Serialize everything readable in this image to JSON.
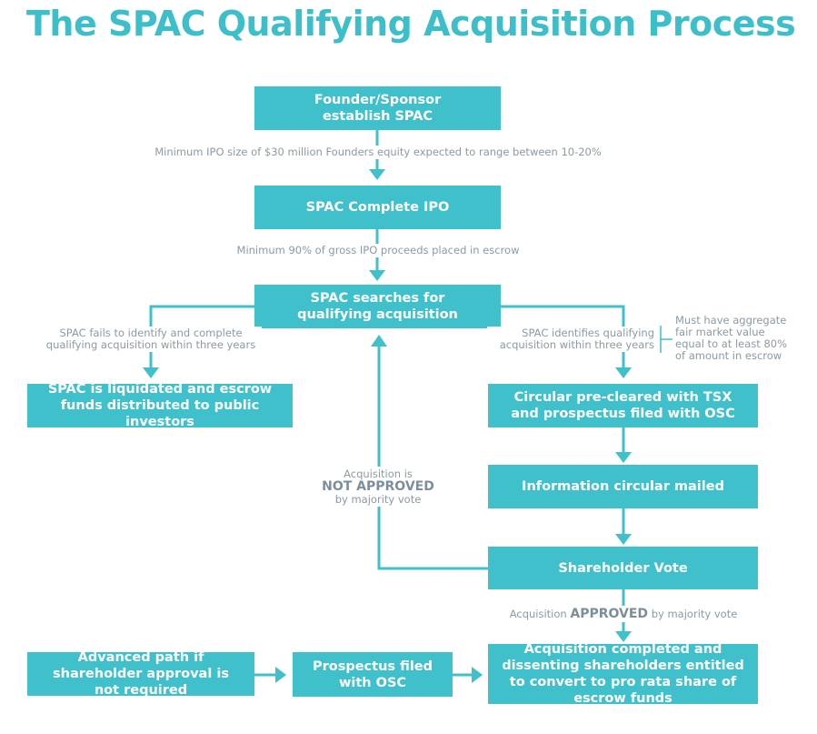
{
  "title": "The SPAC Qualifying Acquisition Process",
  "colors": {
    "accent": "#40c0cb",
    "label_text": "#8a9aa6"
  },
  "nodes": {
    "founder": "Founder/Sponsor establish SPAC",
    "ipo": "SPAC Complete IPO",
    "search": "SPAC searches for qualifying acquisition",
    "liquidated": "SPAC  is liquidated and escrow funds distributed to public investors",
    "circular_precleared": "Circular pre-cleared with TSX and prospectus filed with OSC",
    "info_circular": "Information circular mailed",
    "vote": "Shareholder Vote",
    "advanced_path": "Advanced path if shareholder approval is not required",
    "prospectus_filed": "Prospectus filed with OSC",
    "completed": "Acquisition completed and dissenting shareholders entitled to convert to pro rata share of escrow funds"
  },
  "edge_labels": {
    "founder_to_ipo": "Minimum IPO size of $30 million Founders equity expected to range between 10-20%",
    "ipo_to_search": "Minimum 90% of gross IPO proceeds placed in escrow",
    "fails_line1": "SPAC fails to identify and complete",
    "fails_line2": "qualifying acquisition within three years",
    "identifies_line1": "SPAC identifies qualifying",
    "identifies_line2": "acquisition within three years",
    "note_line1": "Must have aggregate",
    "note_line2": "fair market value",
    "note_line3": "equal to at least 80%",
    "note_line4": "of amount in escrow",
    "not_approved_pre": "Acquisition is",
    "not_approved_strong": "NOT APPROVED",
    "not_approved_post": "by majority vote",
    "approved_pre": "Acquisition",
    "approved_strong": "APPROVED",
    "approved_post": "by majority vote"
  }
}
